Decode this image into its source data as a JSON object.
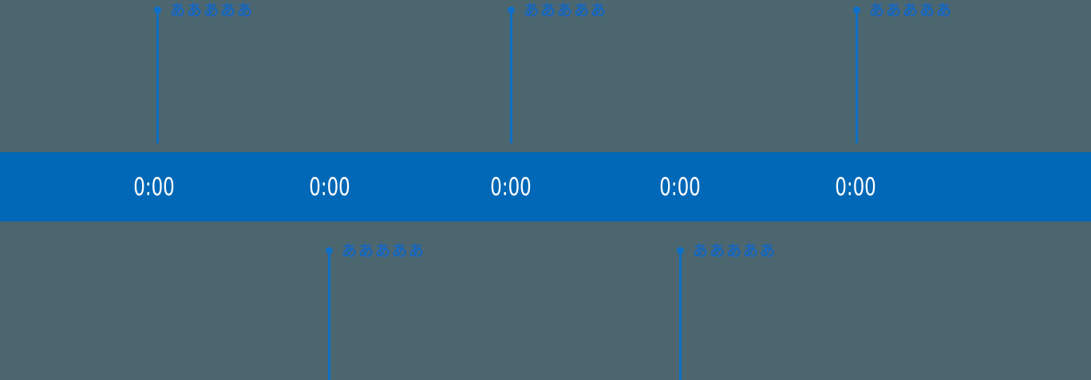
{
  "colors": {
    "background": "#4c6670",
    "band": "#0068b7",
    "accent": "#0d6fc6",
    "time_text": "#ffffff"
  },
  "timeline": {
    "events": [
      {
        "label": "あああああ",
        "time": "0:00",
        "position": "top"
      },
      {
        "label": "あああああ",
        "time": "0:00",
        "position": "bottom"
      },
      {
        "label": "あああああ",
        "time": "0:00",
        "position": "top"
      },
      {
        "label": "あああああ",
        "time": "0:00",
        "position": "bottom"
      },
      {
        "label": "あああああ",
        "time": "0:00",
        "position": "top"
      }
    ]
  }
}
